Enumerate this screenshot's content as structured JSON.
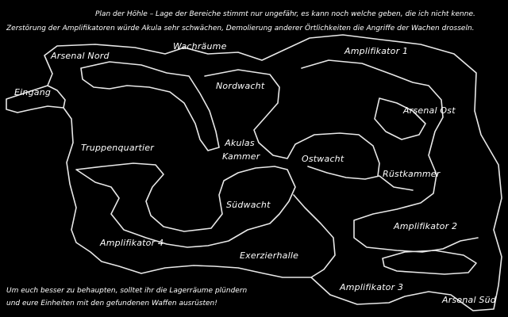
{
  "notes": {
    "header_line1": "Plan der Höhle – Lage der Bereiche stimmt nur ungefähr, es kann noch welche geben, die ich nicht kenne.",
    "header_line2": "Zerstörung der Amplifikatoren würde Akula sehr schwächen, Demolierung anderer Örtlichkeiten die Angriffe der Wachen drosseln.",
    "footer_line1": "Um euch besser zu behaupten, solltet ihr die Lagerräume plündern",
    "footer_line2": "und eure Einheiten mit den gefundenen Waffen ausrüsten!"
  },
  "areas": {
    "eingang": "Eingang",
    "arsenal_nord": "Arsenal Nord",
    "wachraeume": "Wachräume",
    "amplifikator_1": "Amplifikator 1",
    "nordwacht": "Nordwacht",
    "arsenal_ost": "Arsenal Ost",
    "truppenquartier": "Truppenquartier",
    "akulas": "Akulas",
    "kammer": "Kammer",
    "ostwacht": "Ostwacht",
    "ruestkammer": "Rüstkammer",
    "suedwacht": "Südwacht",
    "amplifikator_2": "Amplifikator 2",
    "amplifikator_4": "Amplifikator 4",
    "exerzierhalle": "Exerzierhalle",
    "amplifikator_3": "Amplifikator 3",
    "arsenal_sued": "Arsenal Süd"
  },
  "colors": {
    "background": "#000000",
    "outline": "#e8e8e8",
    "text": "#ffffff"
  }
}
